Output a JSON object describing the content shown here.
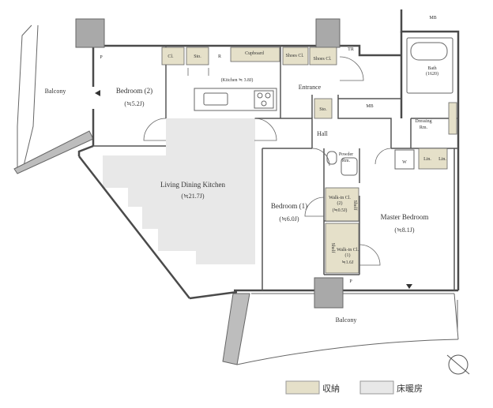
{
  "rooms": {
    "balcony_west": "Balcony",
    "bedroom2": "Bedroom (2)",
    "bedroom2_size": "(≒5.2J)",
    "ldk": "Living Dining Kitchen",
    "ldk_size": "(≒21.7J)",
    "kitchen": "(Kitchen ≒ 3.8J)",
    "entrance": "Entrance",
    "hall": "Hall",
    "powder": "Powder",
    "powder_rm": "Rm.",
    "bedroom1": "Bedroom (1)",
    "bedroom1_size": "(≒6.0J)",
    "master": "Master Bedroom",
    "master_size": "(≒8.1J)",
    "bath": "Bath",
    "bath_size": "(1620)",
    "dressing": "Dressing",
    "dressing_rm": "Rm.",
    "balcony_south": "Balcony"
  },
  "fixtures": {
    "p1": "P",
    "p2": "P",
    "cl": "Cl.",
    "sto1": "Sto.",
    "r": "R",
    "cupboard": "Cupboard",
    "shoes_cl1": "Shoes Cl.",
    "shoes_cl2": "Shoes Cl.",
    "tr": "TR",
    "mb_top": "MB",
    "mb_mid": "MB",
    "sto2": "Sto.",
    "w": "W",
    "lin1": "Lin.",
    "lin2": "Lin.",
    "wic2_a": "Walk-in Cl.",
    "wic2_b": "(2)",
    "wic2_c": "(≒0.5J)",
    "shelf1": "Shelf",
    "wic1_a": "Walk-in Cl.",
    "wic1_b": "(1)",
    "wic1_c": "≒1.6J",
    "shelf2": "Shelf"
  },
  "legend": {
    "storage_label": "収納",
    "heating_label": "床暖房"
  },
  "colors": {
    "storage": "#e5e0c9",
    "floor_heating": "#e8e8e8",
    "wall": "#4a4a4a",
    "column": "#a9a9a9"
  }
}
